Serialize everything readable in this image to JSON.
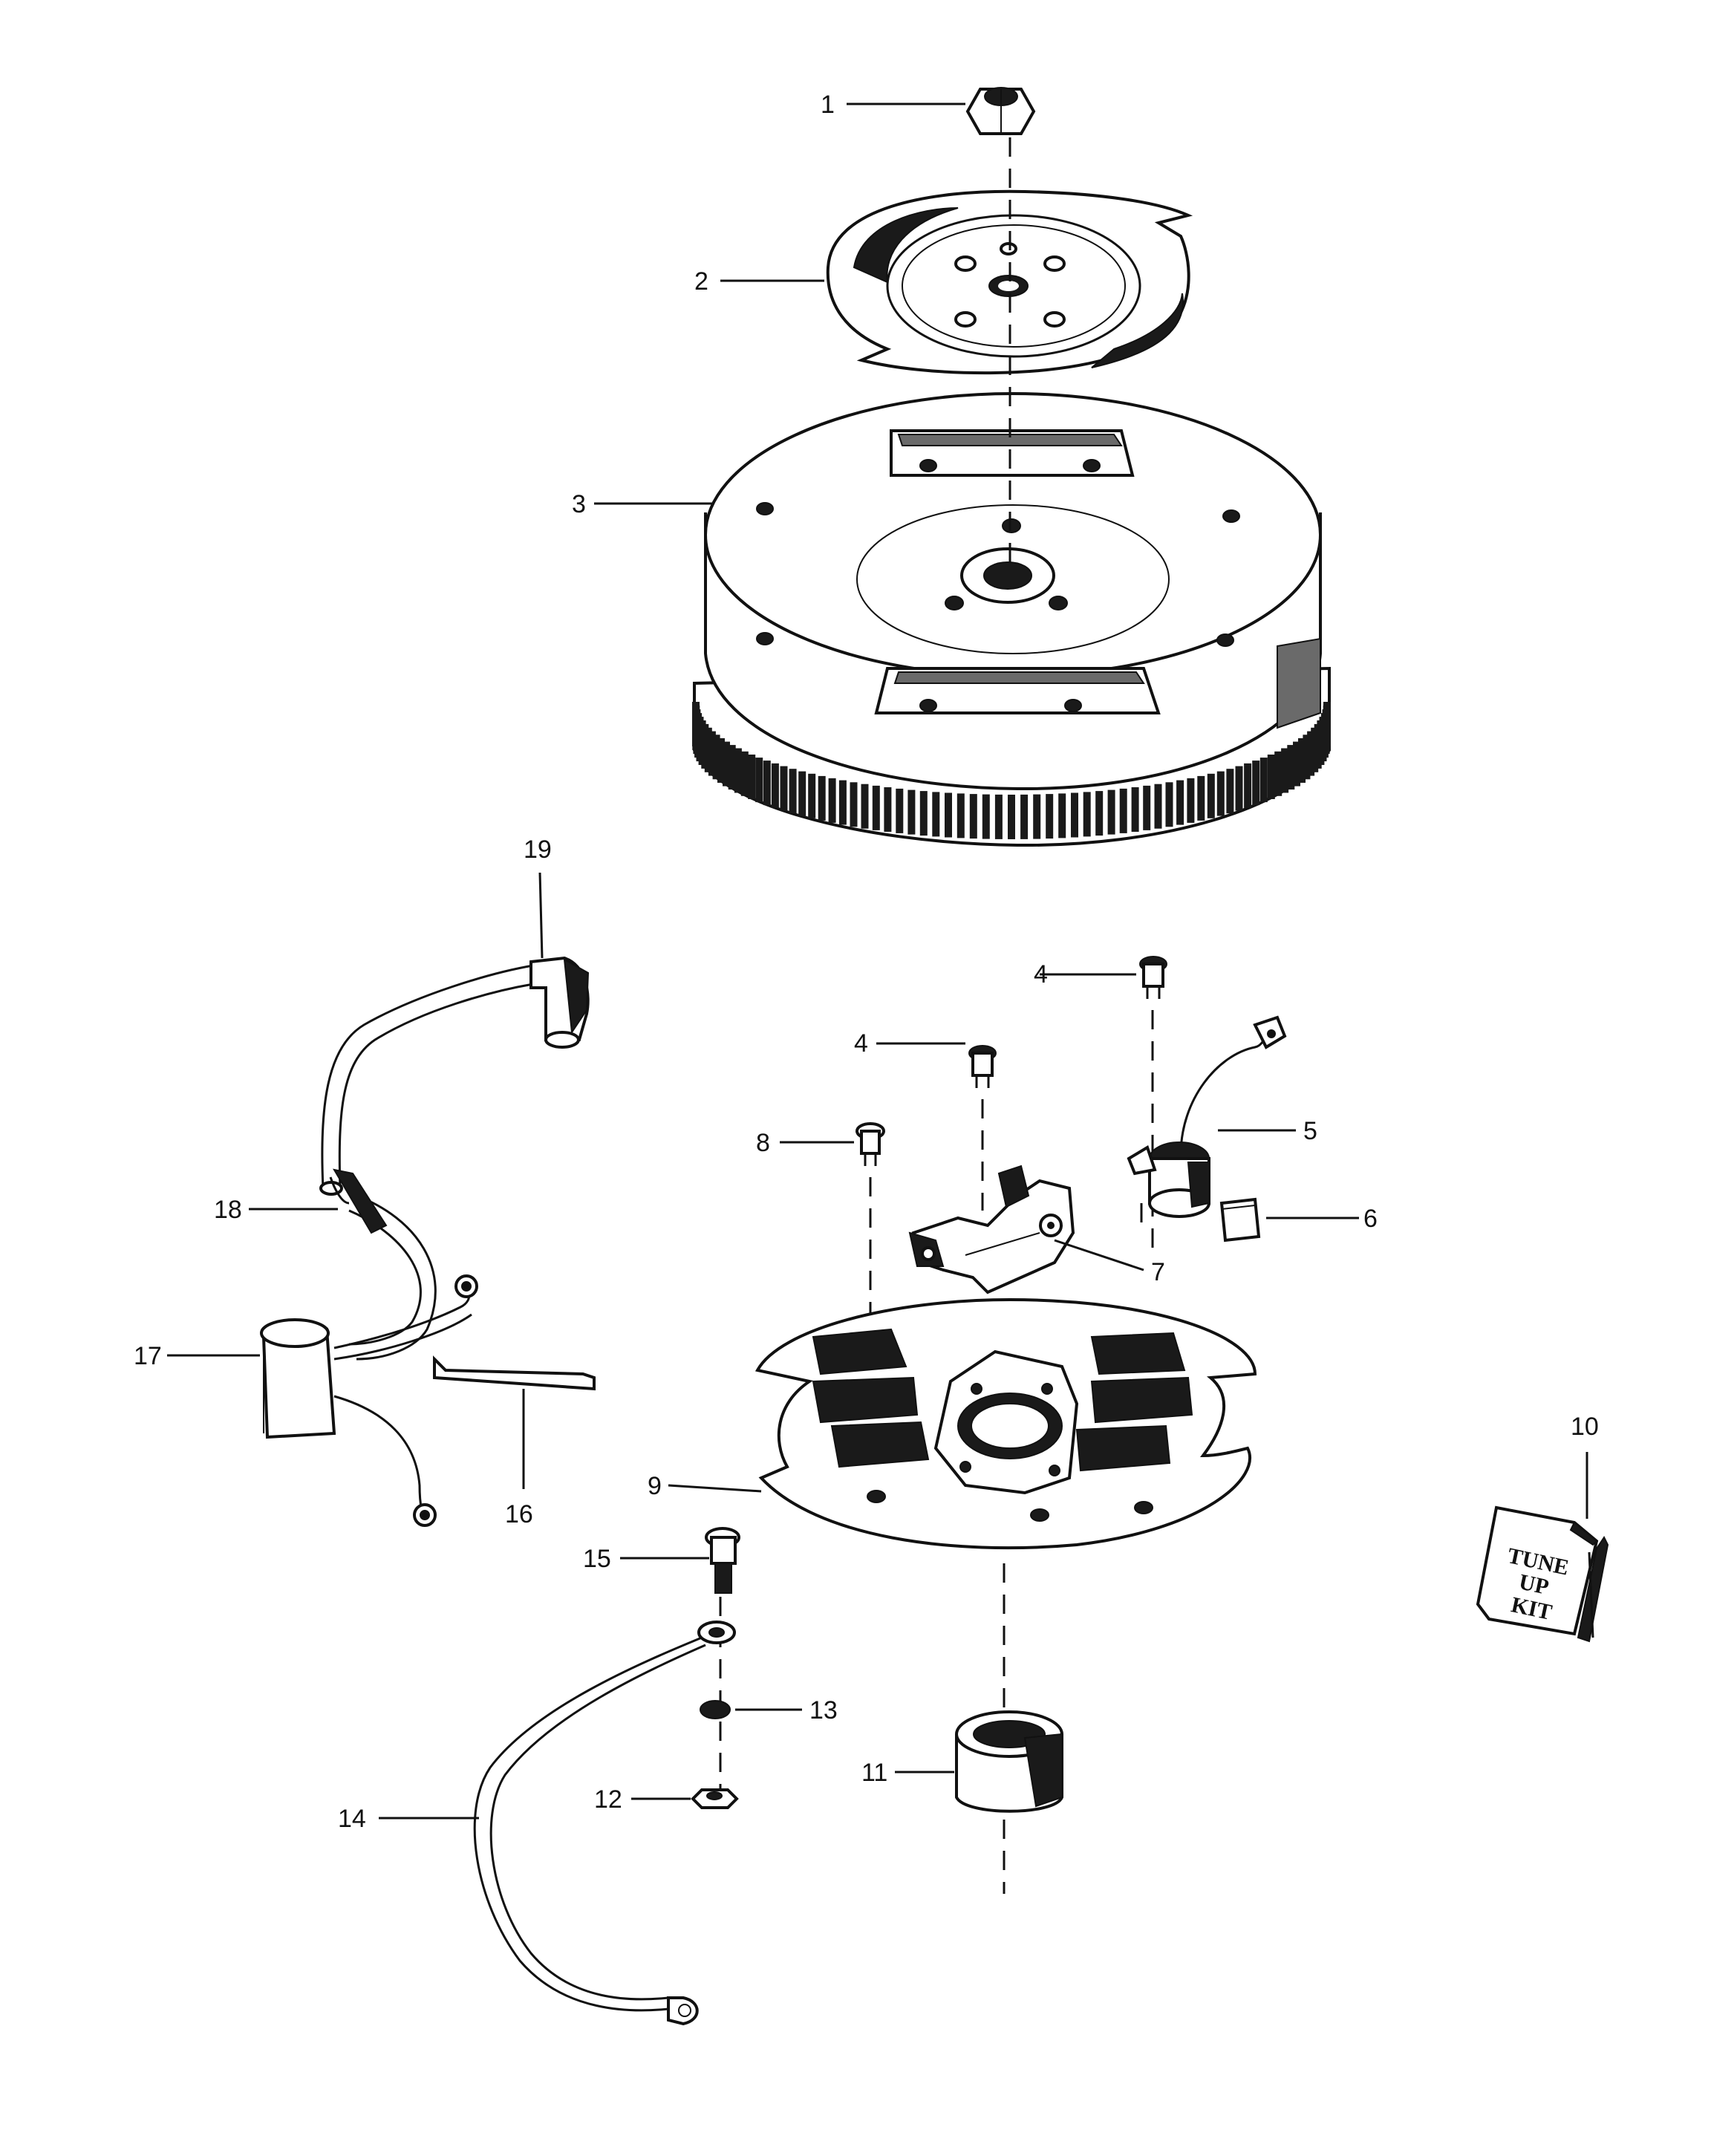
{
  "diagram": {
    "callouts": [
      {
        "id": "1",
        "label": "1"
      },
      {
        "id": "2",
        "label": "2"
      },
      {
        "id": "3",
        "label": "3"
      },
      {
        "id": "4a",
        "label": "4"
      },
      {
        "id": "4b",
        "label": "4"
      },
      {
        "id": "5",
        "label": "5"
      },
      {
        "id": "6",
        "label": "6"
      },
      {
        "id": "7",
        "label": "7"
      },
      {
        "id": "8",
        "label": "8"
      },
      {
        "id": "9",
        "label": "9"
      },
      {
        "id": "10",
        "label": "10"
      },
      {
        "id": "11",
        "label": "11"
      },
      {
        "id": "12",
        "label": "12"
      },
      {
        "id": "13",
        "label": "13"
      },
      {
        "id": "14",
        "label": "14"
      },
      {
        "id": "15",
        "label": "15"
      },
      {
        "id": "16",
        "label": "16"
      },
      {
        "id": "17",
        "label": "17"
      },
      {
        "id": "18",
        "label": "18"
      },
      {
        "id": "19",
        "label": "19"
      }
    ],
    "kit_label": {
      "line1": "TUNE",
      "line2": "UP",
      "line3": "KIT"
    }
  }
}
